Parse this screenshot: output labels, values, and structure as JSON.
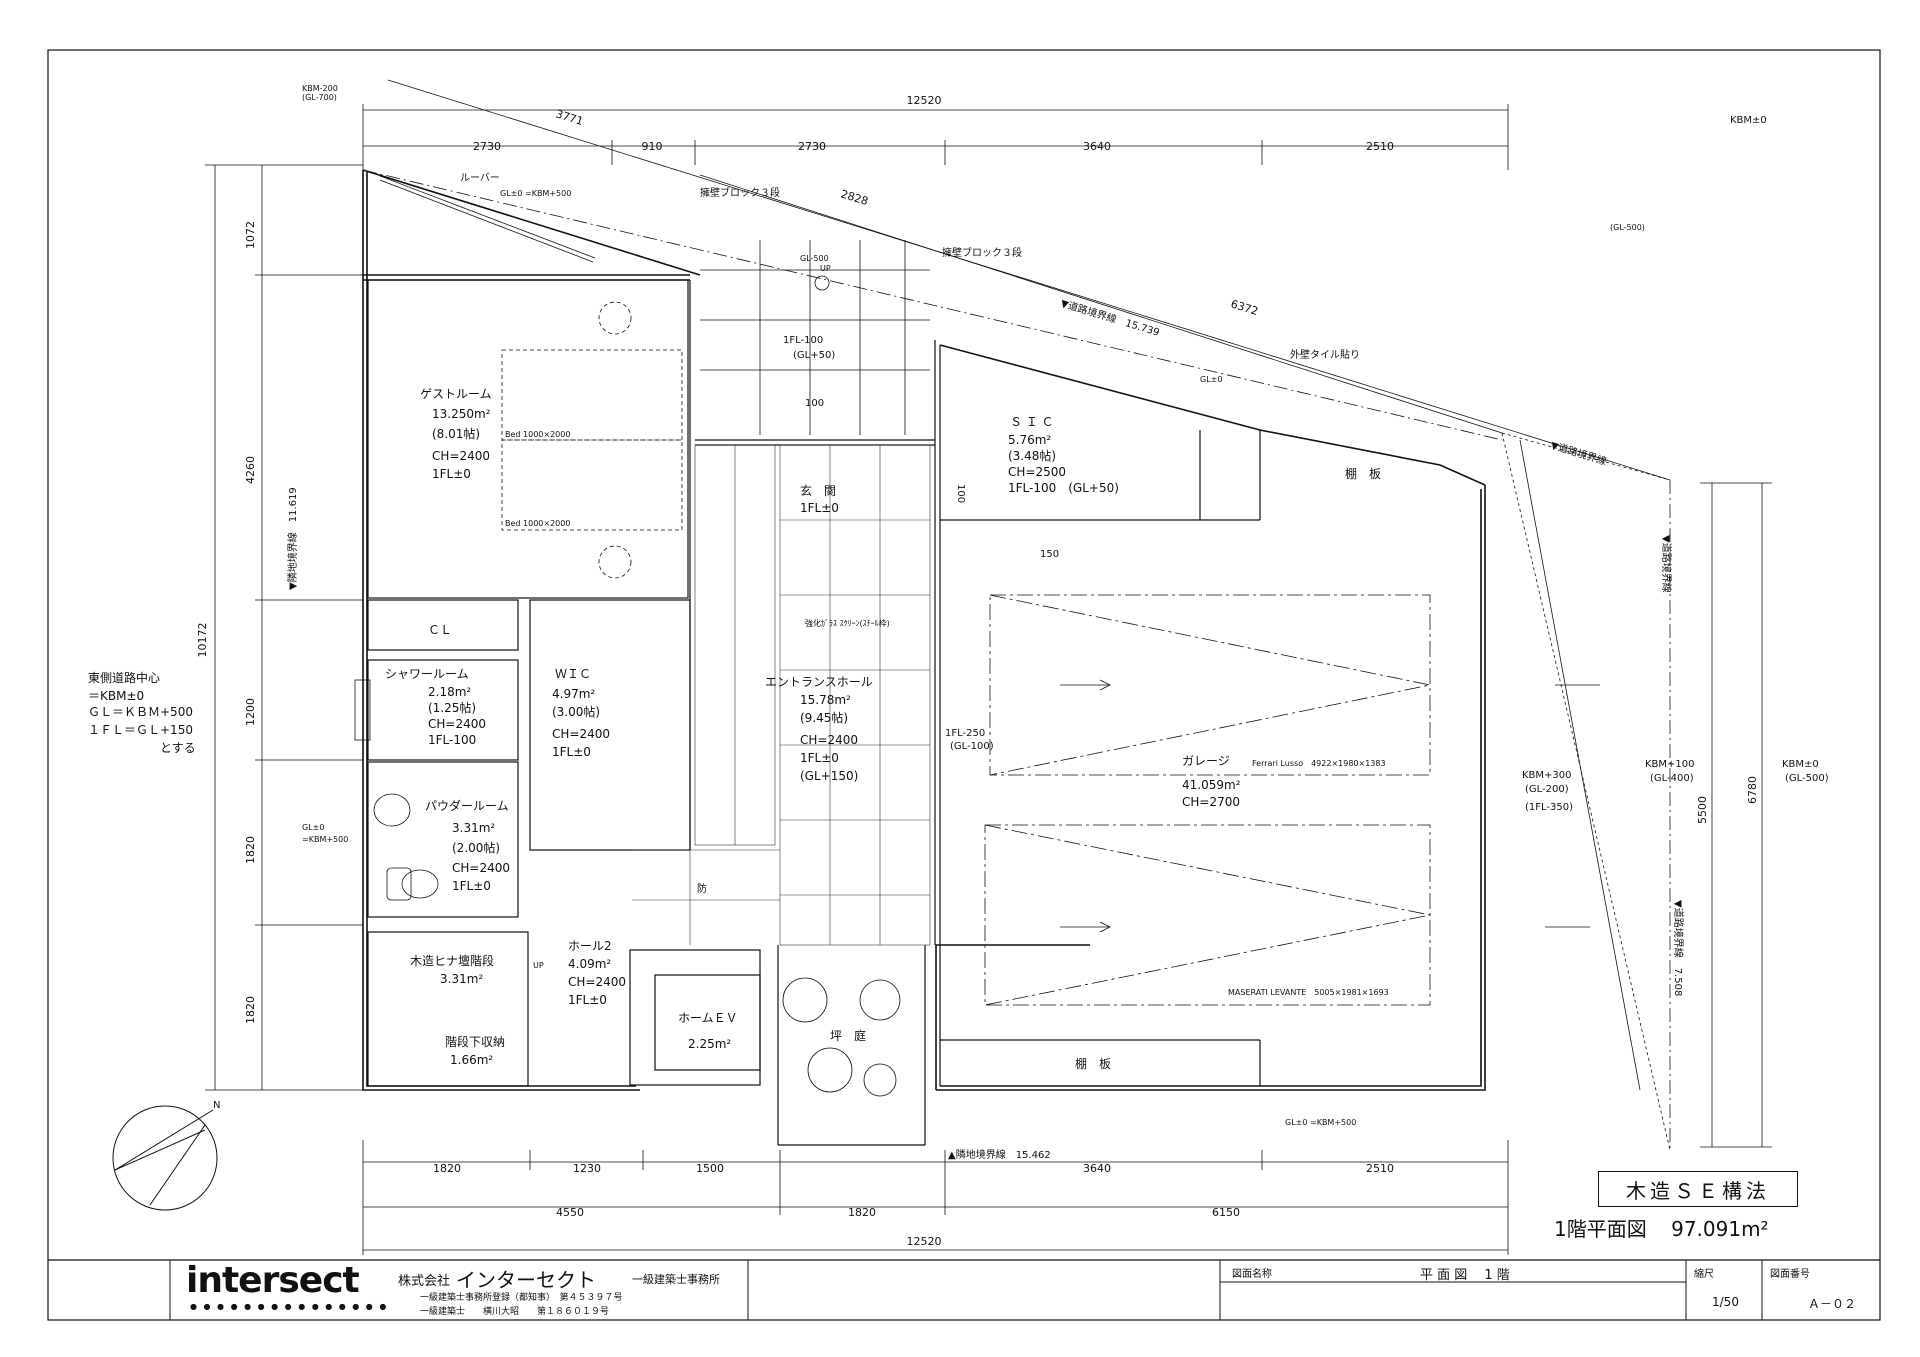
{
  "dimensions": {
    "top_total": "12520",
    "top_segments": [
      "2730",
      "910",
      "2730",
      "3640",
      "2510"
    ],
    "diagonal_top": "3771",
    "diagonal_mid": "2828",
    "diagonal_right": "6372",
    "left_total": "10172",
    "left_segments": [
      "1072",
      "4260",
      "1200",
      "1820",
      "1820"
    ],
    "bottom_row1": [
      "1820",
      "1230",
      "1500",
      "3640",
      "2510"
    ],
    "bottom_row2": [
      "4550",
      "1820",
      "6150"
    ],
    "bottom_total": "12520",
    "right_inner": "5500",
    "right_outer": "6780"
  },
  "levels": {
    "top_left": "KBM-200",
    "top_left_gl": "(GL-700)",
    "top_right": "KBM±0",
    "right_gl": "(GL-500)",
    "gl_top": "GL±0 =KBM+500",
    "gl_mid": "GL±0",
    "left_gl1": "GL±0",
    "left_gl2": "=KBM+500",
    "bottom_gl": "GL±0 =KBM+500",
    "right_a1": "KBM+100",
    "right_a2": "(GL-400)",
    "right_b1": "KBM±0",
    "right_b2": "(GL-500)",
    "garage_side1": "KBM+300",
    "garage_side2": "(GL-200)",
    "garage_side3": "(1FL-350)",
    "entry_gl1": "GL-500",
    "entry_gl2": "UP",
    "fl_entry1": "1FL-100",
    "fl_entry2": "(GL+50)",
    "garage_fl1": "1FL-250",
    "garage_fl2": "(GL-100)"
  },
  "boundaries": {
    "road1": "▼道路境界線　15.739",
    "road2": "▼道路境界線",
    "road3": "▼道路境界線",
    "road4": "▼道路境界線　7.508",
    "neighbor_left": "▼隣地境界線　11.619",
    "neighbor_bottom": "▲隣地境界線　15.462"
  },
  "notes": {
    "louver": "ルーバー",
    "wall_block1": "擁壁ブロック３段",
    "wall_block2": "擁壁ブロック３段",
    "exterior_tile": "外壁タイル貼り",
    "glass_screen": "強化ｶﾞﾗｽ ｽｸﾘｰﾝ(ｽﾁｰﾙ枠)",
    "dim100a": "100",
    "dim100b": "100",
    "dim150": "150",
    "up": "UP",
    "fire": "防"
  },
  "east_note": [
    "東側道路中心",
    "＝KBM±0",
    "ＧＬ＝ＫＢＭ+500",
    "１ＦＬ＝ＧＬ+150",
    "とする"
  ],
  "rooms": {
    "guest": {
      "name": "ゲストルーム",
      "area": "13.250m²",
      "tatami": "(8.01帖)",
      "ch": "CH=2400",
      "fl": "1FL±0"
    },
    "bed1": "Bed 1000×2000",
    "bed2": "Bed 1000×2000",
    "cl": "ＣＬ",
    "shower": {
      "name": "シャワールーム",
      "area": "2.18m²",
      "tatami": "(1.25帖)",
      "ch": "CH=2400",
      "fl": "1FL-100"
    },
    "wic": {
      "name": "ＷＩＣ",
      "area": "4.97m²",
      "tatami": "(3.00帖)",
      "ch": "CH=2400",
      "fl": "1FL±0"
    },
    "powder": {
      "name": "パウダールーム",
      "area": "3.31m²",
      "tatami": "(2.00帖)",
      "ch": "CH=2400",
      "fl": "1FL±0"
    },
    "stair": {
      "name": "木造ヒナ壇階段",
      "area": "3.31m²"
    },
    "storage": {
      "name": "階段下収納",
      "area": "1.66m²"
    },
    "hall2": {
      "name": "ホール2",
      "area": "4.09m²",
      "ch": "CH=2400",
      "fl": "1FL±0"
    },
    "home_ev": {
      "name": "ホームＥＶ",
      "area": "2.25m²"
    },
    "courtyard": "坪　庭",
    "entrance": {
      "name": "玄　関",
      "fl": "1FL±0"
    },
    "entrance_hall": {
      "name": "エントランスホール",
      "area": "15.78m²",
      "tatami": "(9.45帖)",
      "ch": "CH=2400",
      "fl": "1FL±0",
      "gl": "(GL+150)"
    },
    "sic": {
      "name": "Ｓ Ｉ Ｃ",
      "area": "5.76m²",
      "tatami": "(3.48帖)",
      "ch": "CH=2500",
      "fl": "1FL-100　(GL+50)"
    },
    "garage": {
      "name": "ガレージ",
      "area": "41.059m²",
      "ch": "CH=2700"
    },
    "car1": "Ferrari Lusso　4922×1980×1383",
    "car2": "MASERATI LEVANTE　5005×1981×1693",
    "shelf1": "棚　板",
    "shelf2": "棚　板"
  },
  "title": {
    "construction": "木造ＳＥ構法",
    "floor": "1階平面図",
    "area": "97.091m²"
  },
  "title_block": {
    "logo": "intersect",
    "company_prefix": "株式会社",
    "company": "インターセクト",
    "office": "一級建築士事務所",
    "reg1": "一級建築士事務所登録（都知事）　第４５３９７号",
    "reg2": "一級建築士　　横川大昭　　第１８６０１９号",
    "drawing_name_label": "図面名称",
    "drawing_name": "平 面 図　 1 階",
    "scale_label": "縮尺",
    "scale": "1/50",
    "drawing_no_label": "図面番号",
    "drawing_no": "Ａ－０２"
  }
}
